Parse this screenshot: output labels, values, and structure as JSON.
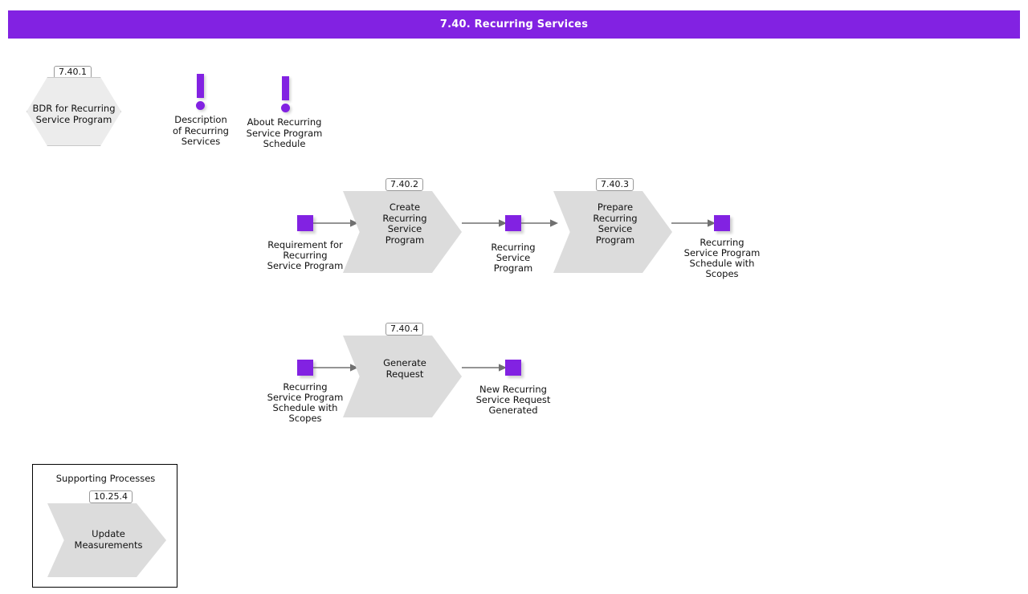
{
  "header": {
    "title": "7.40. Recurring Services",
    "accent_color": "#8222e2",
    "text_color": "#ffffff"
  },
  "colors": {
    "accent_purple": "#8222e2",
    "process_fill": "#dcdcdc",
    "hexagon_fill": "#ececec",
    "connector_gray": "#707070",
    "badge_border": "#999999",
    "canvas": "#ffffff"
  },
  "diagram": {
    "bdr": {
      "id": "7.40.1",
      "label": "BDR for Recurring\nService Program",
      "label_line1": "BDR for Recurring",
      "label_line2": "Service Program",
      "shape": "hexagon"
    },
    "notes": [
      {
        "icon": "exclamation-note-icon",
        "label_line1": "Description",
        "label_line2": "of Recurring",
        "label_line3": "Services",
        "label": "Description of Recurring Services"
      },
      {
        "icon": "exclamation-note-icon",
        "label_line1": "About Recurring",
        "label_line2": "Service Program",
        "label_line3": "Schedule",
        "label": "About Recurring Service Program Schedule"
      }
    ],
    "rows": [
      {
        "row_name": "recurring-service-program-flow",
        "inputs": [
          {
            "label_line1": "Requirement for",
            "label_line2": "Recurring",
            "label_line3": "Service Program",
            "label": "Requirement for Recurring Service Program"
          }
        ],
        "steps": [
          {
            "id": "7.40.2",
            "label_line1": "Create",
            "label_line2": "Recurring",
            "label_line3": "Service",
            "label_line4": "Program",
            "label": "Create Recurring Service Program"
          },
          {
            "id": "7.40.3",
            "label_line1": "Prepare",
            "label_line2": "Recurring",
            "label_line3": "Service",
            "label_line4": "Program",
            "label": "Prepare Recurring Service Program"
          }
        ],
        "intermediate": {
          "label_line1": "Recurring",
          "label_line2": "Service",
          "label_line3": "Program",
          "label": "Recurring Service Program"
        },
        "output": {
          "label_line1": "Recurring",
          "label_line2": "Service Program",
          "label_line3": "Schedule with",
          "label_line4": "Scopes",
          "label": "Recurring Service Program Schedule with Scopes"
        }
      },
      {
        "row_name": "generate-request-flow",
        "input": {
          "label_line1": "Recurring",
          "label_line2": "Service Program",
          "label_line3": "Schedule with",
          "label_line4": "Scopes",
          "label": "Recurring Service Program Schedule with Scopes"
        },
        "step": {
          "id": "7.40.4",
          "label_line1": "Generate",
          "label_line2": "Request",
          "label": "Generate Request"
        },
        "output": {
          "label_line1": "New Recurring",
          "label_line2": "Service Request",
          "label_line3": "Generated",
          "label": "New Recurring Service Request Generated"
        }
      }
    ],
    "supporting_processes": {
      "title": "Supporting Processes",
      "items": [
        {
          "id": "10.25.4",
          "label_line1": "Update",
          "label_line2": "Measurements",
          "label": "Update Measurements"
        }
      ]
    }
  }
}
